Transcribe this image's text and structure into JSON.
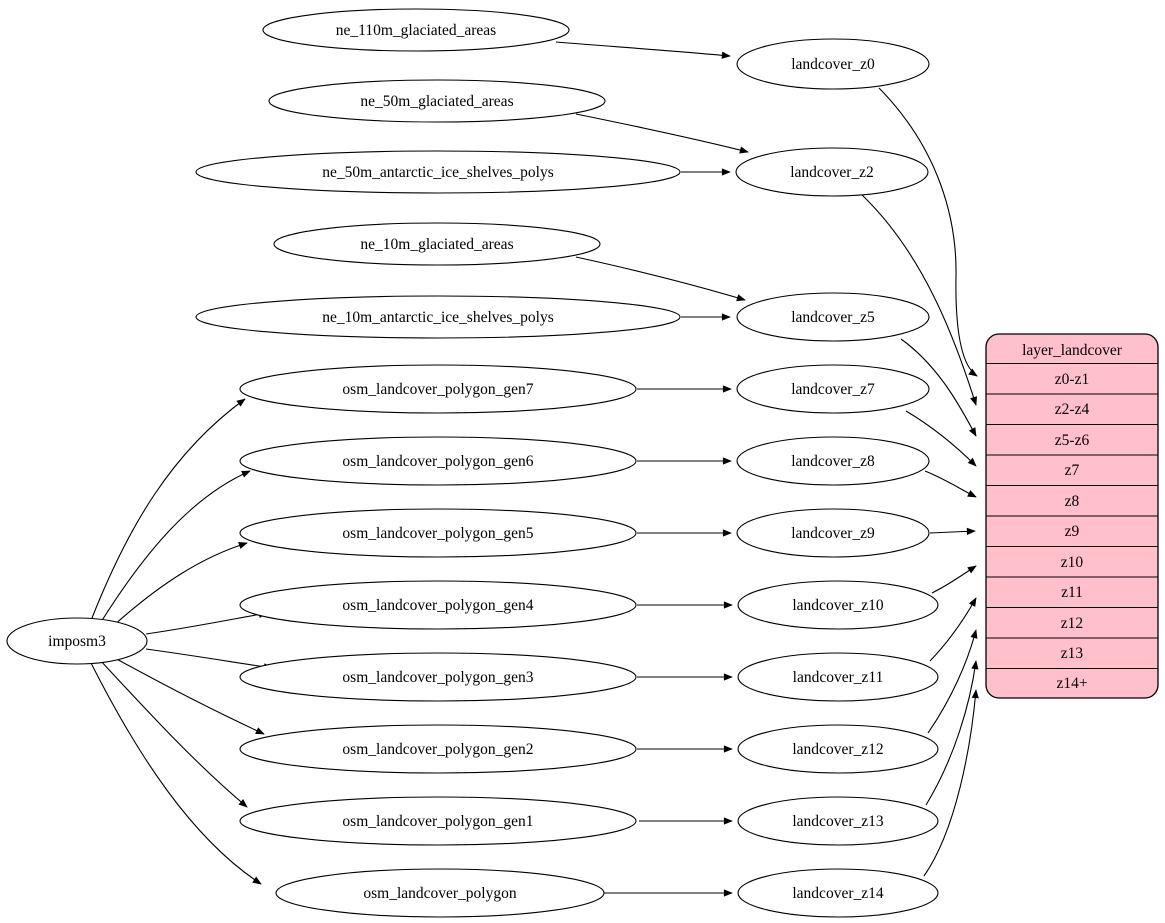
{
  "labels": {
    "imposm3": "imposm3",
    "ne_110m_glaciated_areas": "ne_110m_glaciated_areas",
    "ne_50m_glaciated_areas": "ne_50m_glaciated_areas",
    "ne_50m_antarctic_ice_shelves_polys": "ne_50m_antarctic_ice_shelves_polys",
    "ne_10m_glaciated_areas": "ne_10m_glaciated_areas",
    "ne_10m_antarctic_ice_shelves_polys": "ne_10m_antarctic_ice_shelves_polys",
    "osm_landcover_polygon_gen7": "osm_landcover_polygon_gen7",
    "osm_landcover_polygon_gen6": "osm_landcover_polygon_gen6",
    "osm_landcover_polygon_gen5": "osm_landcover_polygon_gen5",
    "osm_landcover_polygon_gen4": "osm_landcover_polygon_gen4",
    "osm_landcover_polygon_gen3": "osm_landcover_polygon_gen3",
    "osm_landcover_polygon_gen2": "osm_landcover_polygon_gen2",
    "osm_landcover_polygon_gen1": "osm_landcover_polygon_gen1",
    "osm_landcover_polygon": "osm_landcover_polygon",
    "landcover_z0": "landcover_z0",
    "landcover_z2": "landcover_z2",
    "landcover_z5": "landcover_z5",
    "landcover_z7": "landcover_z7",
    "landcover_z8": "landcover_z8",
    "landcover_z9": "landcover_z9",
    "landcover_z10": "landcover_z10",
    "landcover_z11": "landcover_z11",
    "landcover_z12": "landcover_z12",
    "landcover_z13": "landcover_z13",
    "landcover_z14": "landcover_z14"
  },
  "table": {
    "title": "layer_landcover",
    "rows": [
      "z0-z1",
      "z2-z4",
      "z5-z6",
      "z7",
      "z8",
      "z9",
      "z10",
      "z11",
      "z12",
      "z13",
      "z14+"
    ]
  },
  "colors": {
    "table_fill": "#ffc0cb",
    "node_fill": "#ffffff",
    "stroke": "#000000",
    "background": "#ffffff"
  },
  "edges": [
    {
      "from": "ne_110m_glaciated_areas",
      "to": "landcover_z0"
    },
    {
      "from": "ne_50m_glaciated_areas",
      "to": "landcover_z2"
    },
    {
      "from": "ne_50m_antarctic_ice_shelves_polys",
      "to": "landcover_z2"
    },
    {
      "from": "ne_10m_glaciated_areas",
      "to": "landcover_z5"
    },
    {
      "from": "ne_10m_antarctic_ice_shelves_polys",
      "to": "landcover_z5"
    },
    {
      "from": "osm_landcover_polygon_gen7",
      "to": "landcover_z7"
    },
    {
      "from": "osm_landcover_polygon_gen6",
      "to": "landcover_z8"
    },
    {
      "from": "osm_landcover_polygon_gen5",
      "to": "landcover_z9"
    },
    {
      "from": "osm_landcover_polygon_gen4",
      "to": "landcover_z10"
    },
    {
      "from": "osm_landcover_polygon_gen3",
      "to": "landcover_z11"
    },
    {
      "from": "osm_landcover_polygon_gen2",
      "to": "landcover_z12"
    },
    {
      "from": "osm_landcover_polygon_gen1",
      "to": "landcover_z13"
    },
    {
      "from": "osm_landcover_polygon",
      "to": "landcover_z14"
    },
    {
      "from": "imposm3",
      "to": "osm_landcover_polygon_gen7"
    },
    {
      "from": "imposm3",
      "to": "osm_landcover_polygon_gen6"
    },
    {
      "from": "imposm3",
      "to": "osm_landcover_polygon_gen5"
    },
    {
      "from": "imposm3",
      "to": "osm_landcover_polygon_gen4"
    },
    {
      "from": "imposm3",
      "to": "osm_landcover_polygon_gen3"
    },
    {
      "from": "imposm3",
      "to": "osm_landcover_polygon_gen2"
    },
    {
      "from": "imposm3",
      "to": "osm_landcover_polygon_gen1"
    },
    {
      "from": "imposm3",
      "to": "osm_landcover_polygon"
    },
    {
      "from": "landcover_z0",
      "to": "layer_landcover:z0-z1"
    },
    {
      "from": "landcover_z2",
      "to": "layer_landcover:z2-z4"
    },
    {
      "from": "landcover_z5",
      "to": "layer_landcover:z5-z6"
    },
    {
      "from": "landcover_z7",
      "to": "layer_landcover:z7"
    },
    {
      "from": "landcover_z8",
      "to": "layer_landcover:z8"
    },
    {
      "from": "landcover_z9",
      "to": "layer_landcover:z9"
    },
    {
      "from": "landcover_z10",
      "to": "layer_landcover:z10"
    },
    {
      "from": "landcover_z11",
      "to": "layer_landcover:z11"
    },
    {
      "from": "landcover_z12",
      "to": "layer_landcover:z12"
    },
    {
      "from": "landcover_z13",
      "to": "layer_landcover:z13"
    },
    {
      "from": "landcover_z14",
      "to": "layer_landcover:z14+"
    }
  ]
}
